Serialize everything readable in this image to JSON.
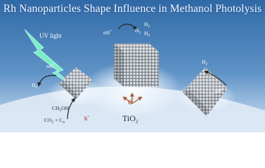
{
  "title": "Rh Nanoparticles Shape Influence in Methanol Photolysis",
  "uv_label": "UV light",
  "labels": {
    "left_nh": "nH",
    "left_nh_sup": "+",
    "left_h": "H",
    "left_h_sub": "2",
    "center_nh": "nH",
    "center_nh_sup": "+",
    "center_h_top": "H",
    "center_h_top_sub": "2",
    "center_h_bottom": "H",
    "center_h_bottom_sub": "2",
    "center_h_mid": "H",
    "center_h_mid_sub": "2",
    "right_h": "H",
    "right_h_sub": "2",
    "right_nh": "nH",
    "right_nh_sup": "+",
    "methanol": "CH",
    "methanol_sub": "3",
    "methanol_tail": "OH",
    "products": "CO",
    "products_sub": "2",
    "products_plus": " + C",
    "products_sub2": "n",
    "hole": "h",
    "hole_sup": "+",
    "electron": "e",
    "electron_sup": "−",
    "support": "TiO",
    "support_sub": "2"
  },
  "colors": {
    "background_top": "#2f69a6",
    "background_bottom": "#d6e7f6",
    "uv_bolt": "#7ef6c6",
    "arrow": "#262626",
    "hole_color": "#b30000",
    "electron_color": "#a4582d"
  }
}
